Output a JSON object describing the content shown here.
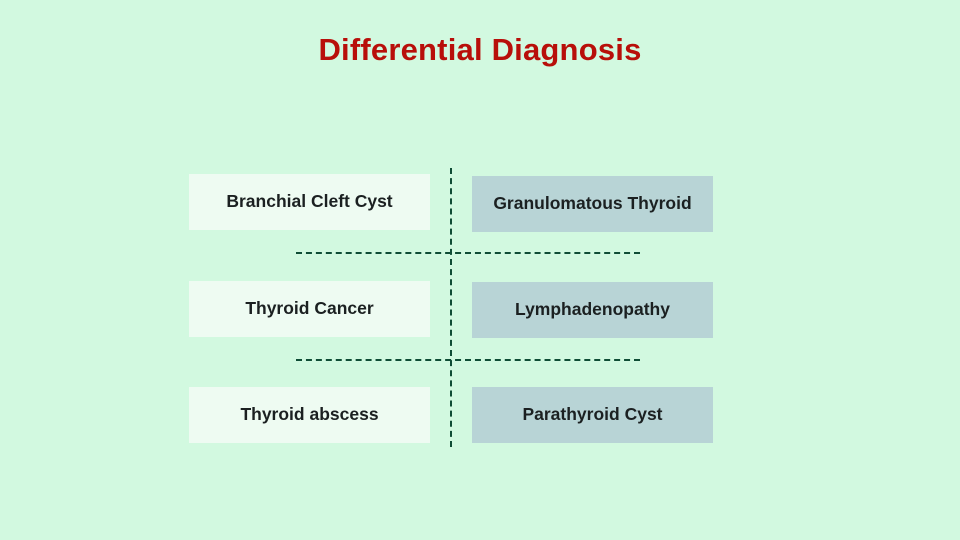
{
  "slide": {
    "title": "Differential Diagnosis",
    "background_color": "#d2f9e0",
    "title_color": "#b80f0a"
  },
  "diagram": {
    "type": "quadrant-grid",
    "divider_style": "dashed",
    "divider_color": "#0f4d35",
    "left_box_color": "#eefbf2",
    "right_box_color": "#b8d4d6",
    "text_color": "#1b2021",
    "rows": [
      {
        "left": "Branchial Cleft Cyst",
        "right": "Granulomatous Thyroid"
      },
      {
        "left": "Thyroid Cancer",
        "right": "Lymphadenopathy"
      },
      {
        "left": "Thyroid abscess",
        "right": "Parathyroid Cyst"
      }
    ]
  }
}
